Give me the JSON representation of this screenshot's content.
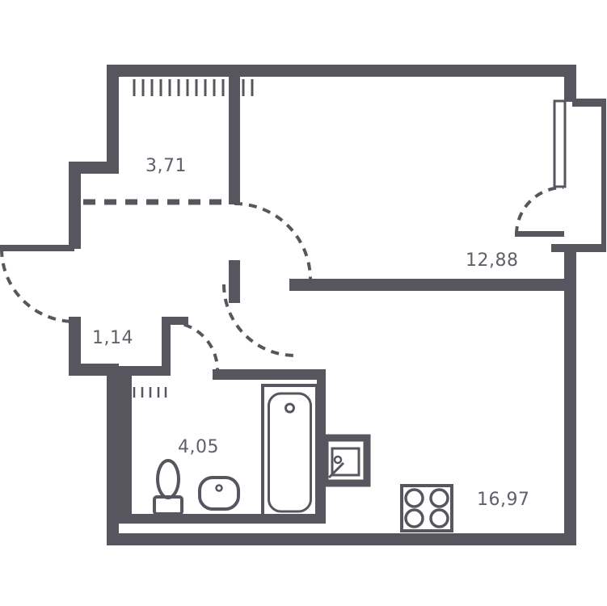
{
  "title": "apartment-floor-plan",
  "colors": {
    "wall": "#57565f",
    "label": "#60606b"
  },
  "rooms": {
    "wardrobe": {
      "area": "3,71"
    },
    "living_room": {
      "area": "12,88"
    },
    "closet": {
      "area": "1,14"
    },
    "bathroom": {
      "area": "4,05"
    },
    "kitchen_living": {
      "area": "16,97"
    }
  },
  "fixtures": [
    "toilet-icon",
    "sink-icon",
    "bathtub-icon",
    "stove-icon",
    "vent-duct-icon",
    "window",
    "balcony-door",
    "entrance-door"
  ]
}
